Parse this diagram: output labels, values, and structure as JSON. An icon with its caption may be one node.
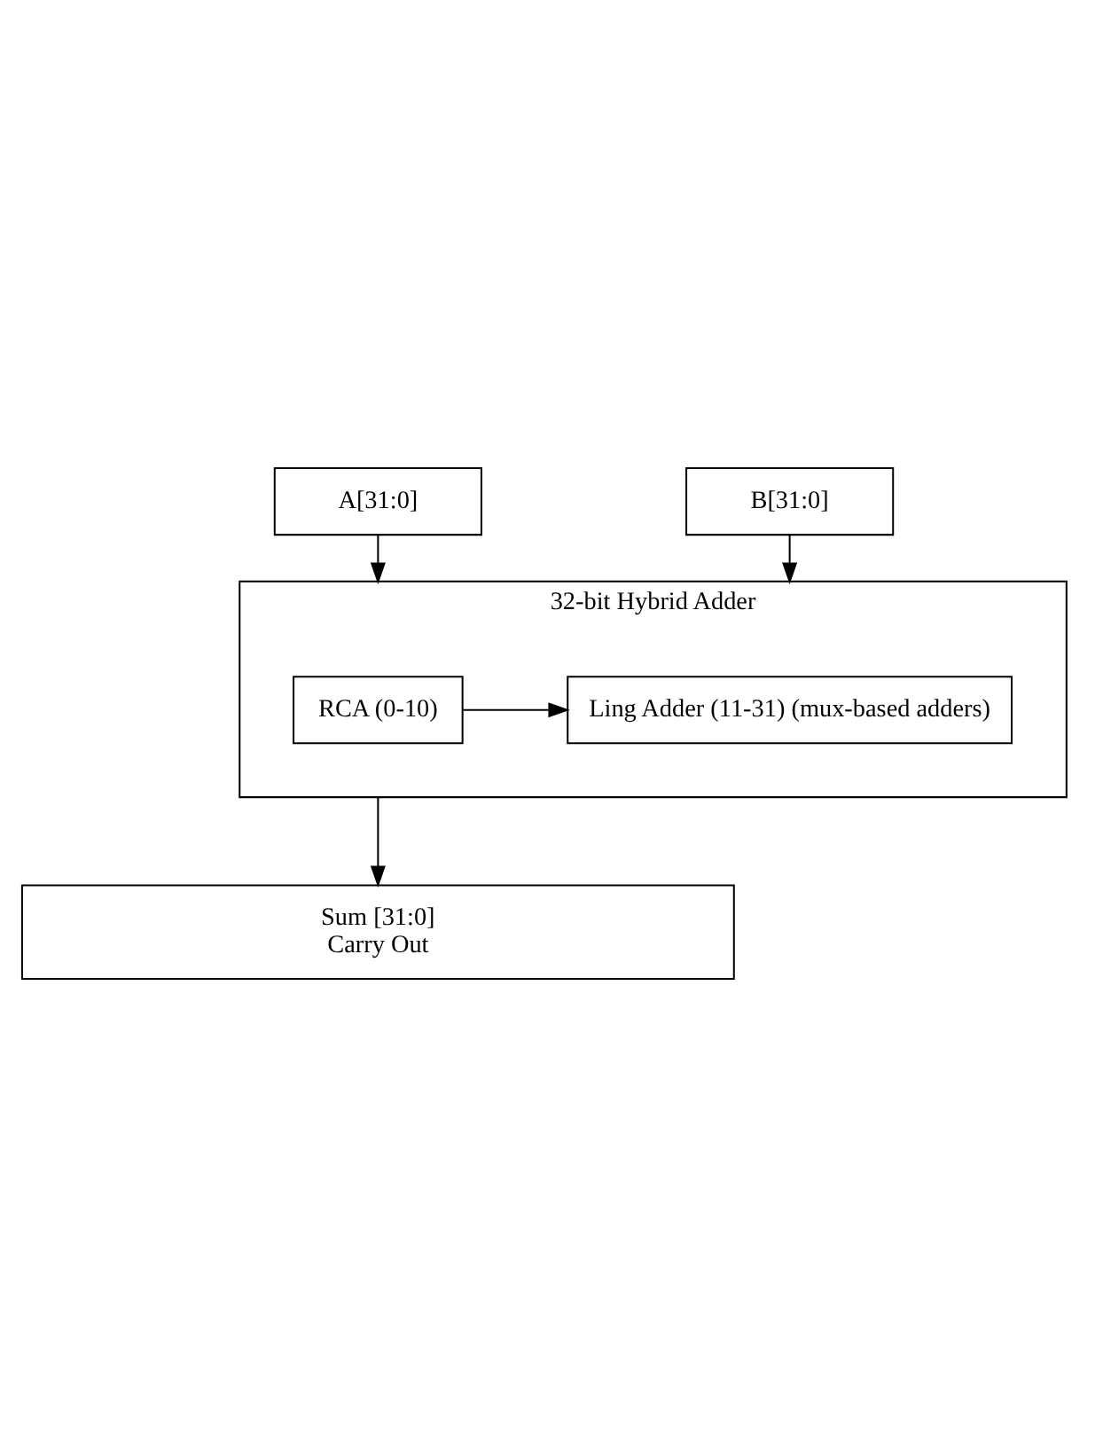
{
  "diagram": {
    "nodes": [
      {
        "text": [
          "A[31:0]"
        ]
      },
      {
        "text": [
          "B[31:0]"
        ]
      },
      {
        "text": [
          "32-bit Hybrid Adder"
        ]
      },
      {
        "text": [
          "RCA (0-10)"
        ],
        "in": 2
      },
      {
        "text": [
          "Ling Adder (11-31) (mux-based adders)"
        ],
        "in": 2
      },
      {
        "text": [
          "Sum [31:0]",
          "Carry Out"
        ]
      }
    ],
    "edges": [
      {
        "from": 0,
        "to": 2,
        "arrow": "to"
      },
      {
        "from": 1,
        "to": 2,
        "arrow": "to"
      },
      {
        "from": 3,
        "to": 4,
        "arrow": "to"
      },
      {
        "from": 2,
        "to": 5,
        "arrow": "to"
      }
    ]
  }
}
